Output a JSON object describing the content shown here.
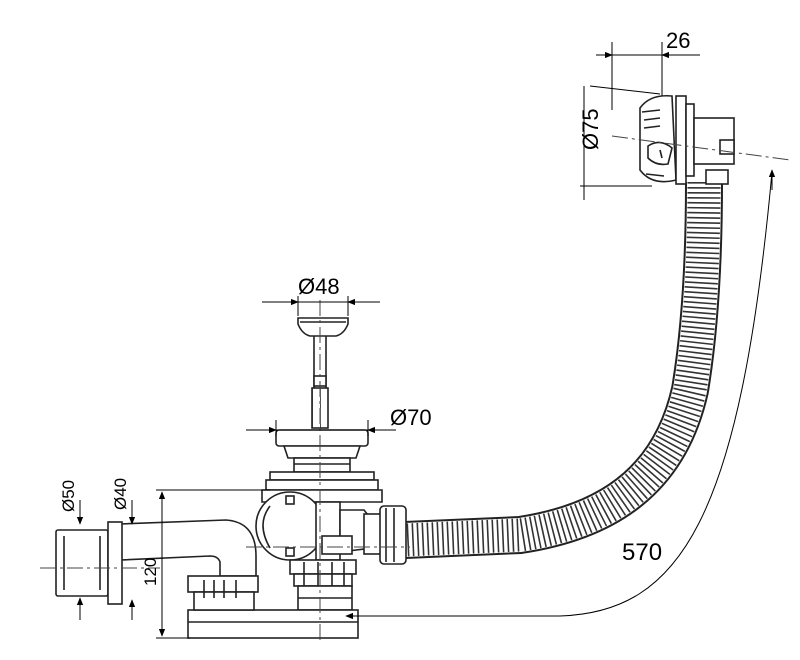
{
  "dimensions": {
    "overflow_depth": "26",
    "overflow_diameter": "Ø75",
    "plug_diameter": "Ø48",
    "flange_diameter": "Ø70",
    "outlet_outer_diameter": "Ø50",
    "outlet_inner_diameter": "Ø40",
    "height": "120",
    "hose_length": "570"
  },
  "colors": {
    "line": "#1a1a1a",
    "fill": "#ffffff",
    "shade": "#d9d9d9"
  }
}
